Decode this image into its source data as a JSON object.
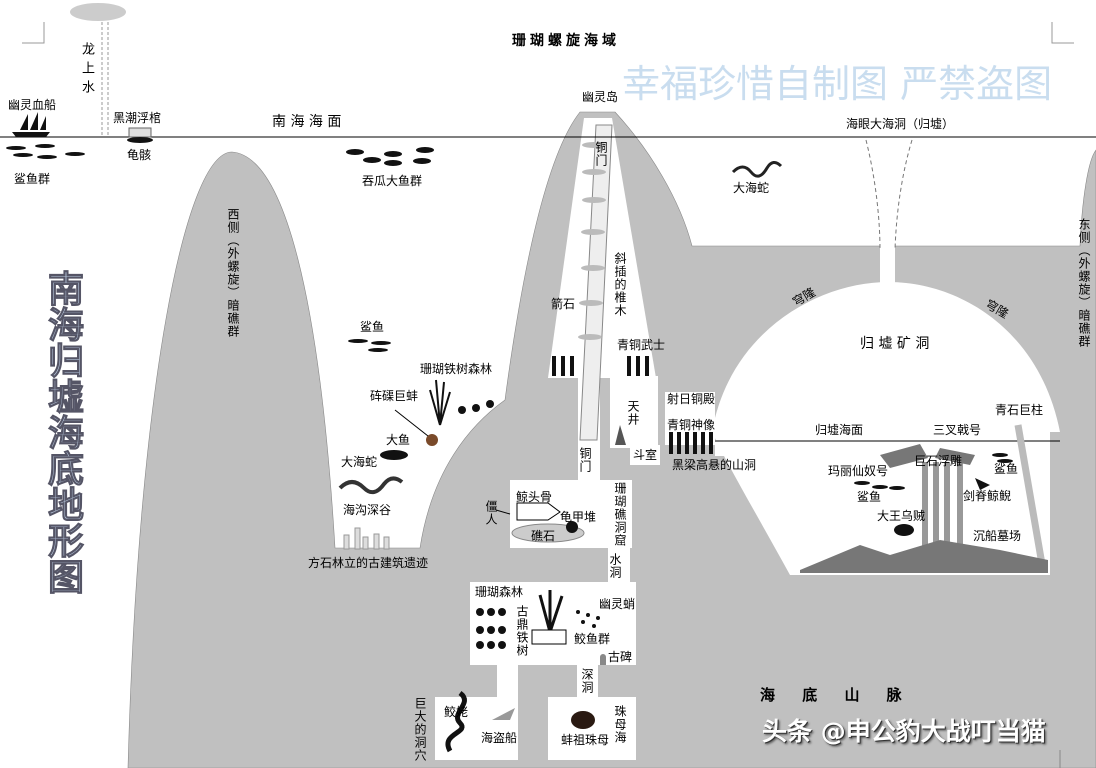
{
  "colors": {
    "terrain": "#c0c0c0",
    "water": "#ffffff",
    "watermark": "#c9ddef",
    "title_fill": "#b7c7dc"
  },
  "title": "珊瑚螺旋海域",
  "side_title": "南海归墟海底地形图",
  "watermark": "幸福珍惜自制图 严禁盗图",
  "credit": "头条 @申公豹大战叮当猫",
  "labels": {
    "waterspout": "龙上水",
    "ghost_ship": "幽灵血船",
    "coffin": "黑潮浮棺",
    "sea_surface": "南 海 海 面",
    "turtle": "龟骸",
    "shark_school": "鲨鱼群",
    "fish_school": "吞瓜大鱼群",
    "ghost_island": "幽灵岛",
    "sea_eye": "海眼大海洞（归墟）",
    "serpent_top": "大海蛇",
    "west_reef": "西侧（外螺旋）暗礁群",
    "east_reef": "东侧（外螺旋）暗礁群",
    "bronze_gate_top": "铜门",
    "slanted_pole": "斜插的椎木",
    "arrow_stone": "箭石",
    "bronze_warriors": "青铜武士",
    "mine_cave": "归 墟 矿 洞",
    "dome_left": "穹隆",
    "dome_right": "穹隆",
    "shark_left": "鲨鱼",
    "coral_iron_forest": "珊瑚铁树森林",
    "giant_clam": "砗磲巨蚌",
    "big_fish": "大鱼",
    "serpent_left": "大海蛇",
    "trench": "海沟深谷",
    "ruins": "方石林立的古建筑遗迹",
    "skywell": "天井",
    "sun_hall": "射日铜殿",
    "bronze_idols": "青铜神像",
    "small_room": "斗室",
    "beam_cave": "黑梁高悬的山洞",
    "bronze_gate_low": "铜门",
    "guixu_surface": "归墟海面",
    "trident": "三叉戟号",
    "bluestone_pillar": "青石巨柱",
    "relief": "巨石浮雕",
    "mary": "玛丽仙奴号",
    "shark_r1": "鲨鱼",
    "shark_r2": "鲨鱼",
    "whale": "剑脊鲸鲵",
    "squid": "大王乌贼",
    "shipwreck": "沉船墓场",
    "whale_skull": "鲸头骨",
    "turtle_shells": "龟甲堆",
    "reef_rock": "礁石",
    "zombie": "僵人",
    "coral_cave": "珊瑚礁洞窟",
    "water_cave": "水洞",
    "coral_forest": "珊瑚森林",
    "ding_tree": "古鼎铁树",
    "ghost_octopus": "幽灵蛸",
    "jiao_fish": "鲛鱼群",
    "stele": "古碑",
    "deep_cave": "深洞",
    "huge_cave": "巨大的洞穴",
    "jiao_mother": "鲛姥",
    "pirate_ship": "海盗船",
    "pearl_sea": "珠母海",
    "pearl": "蚌祖珠母",
    "undersea_mountains": "海 底 山 脉"
  }
}
